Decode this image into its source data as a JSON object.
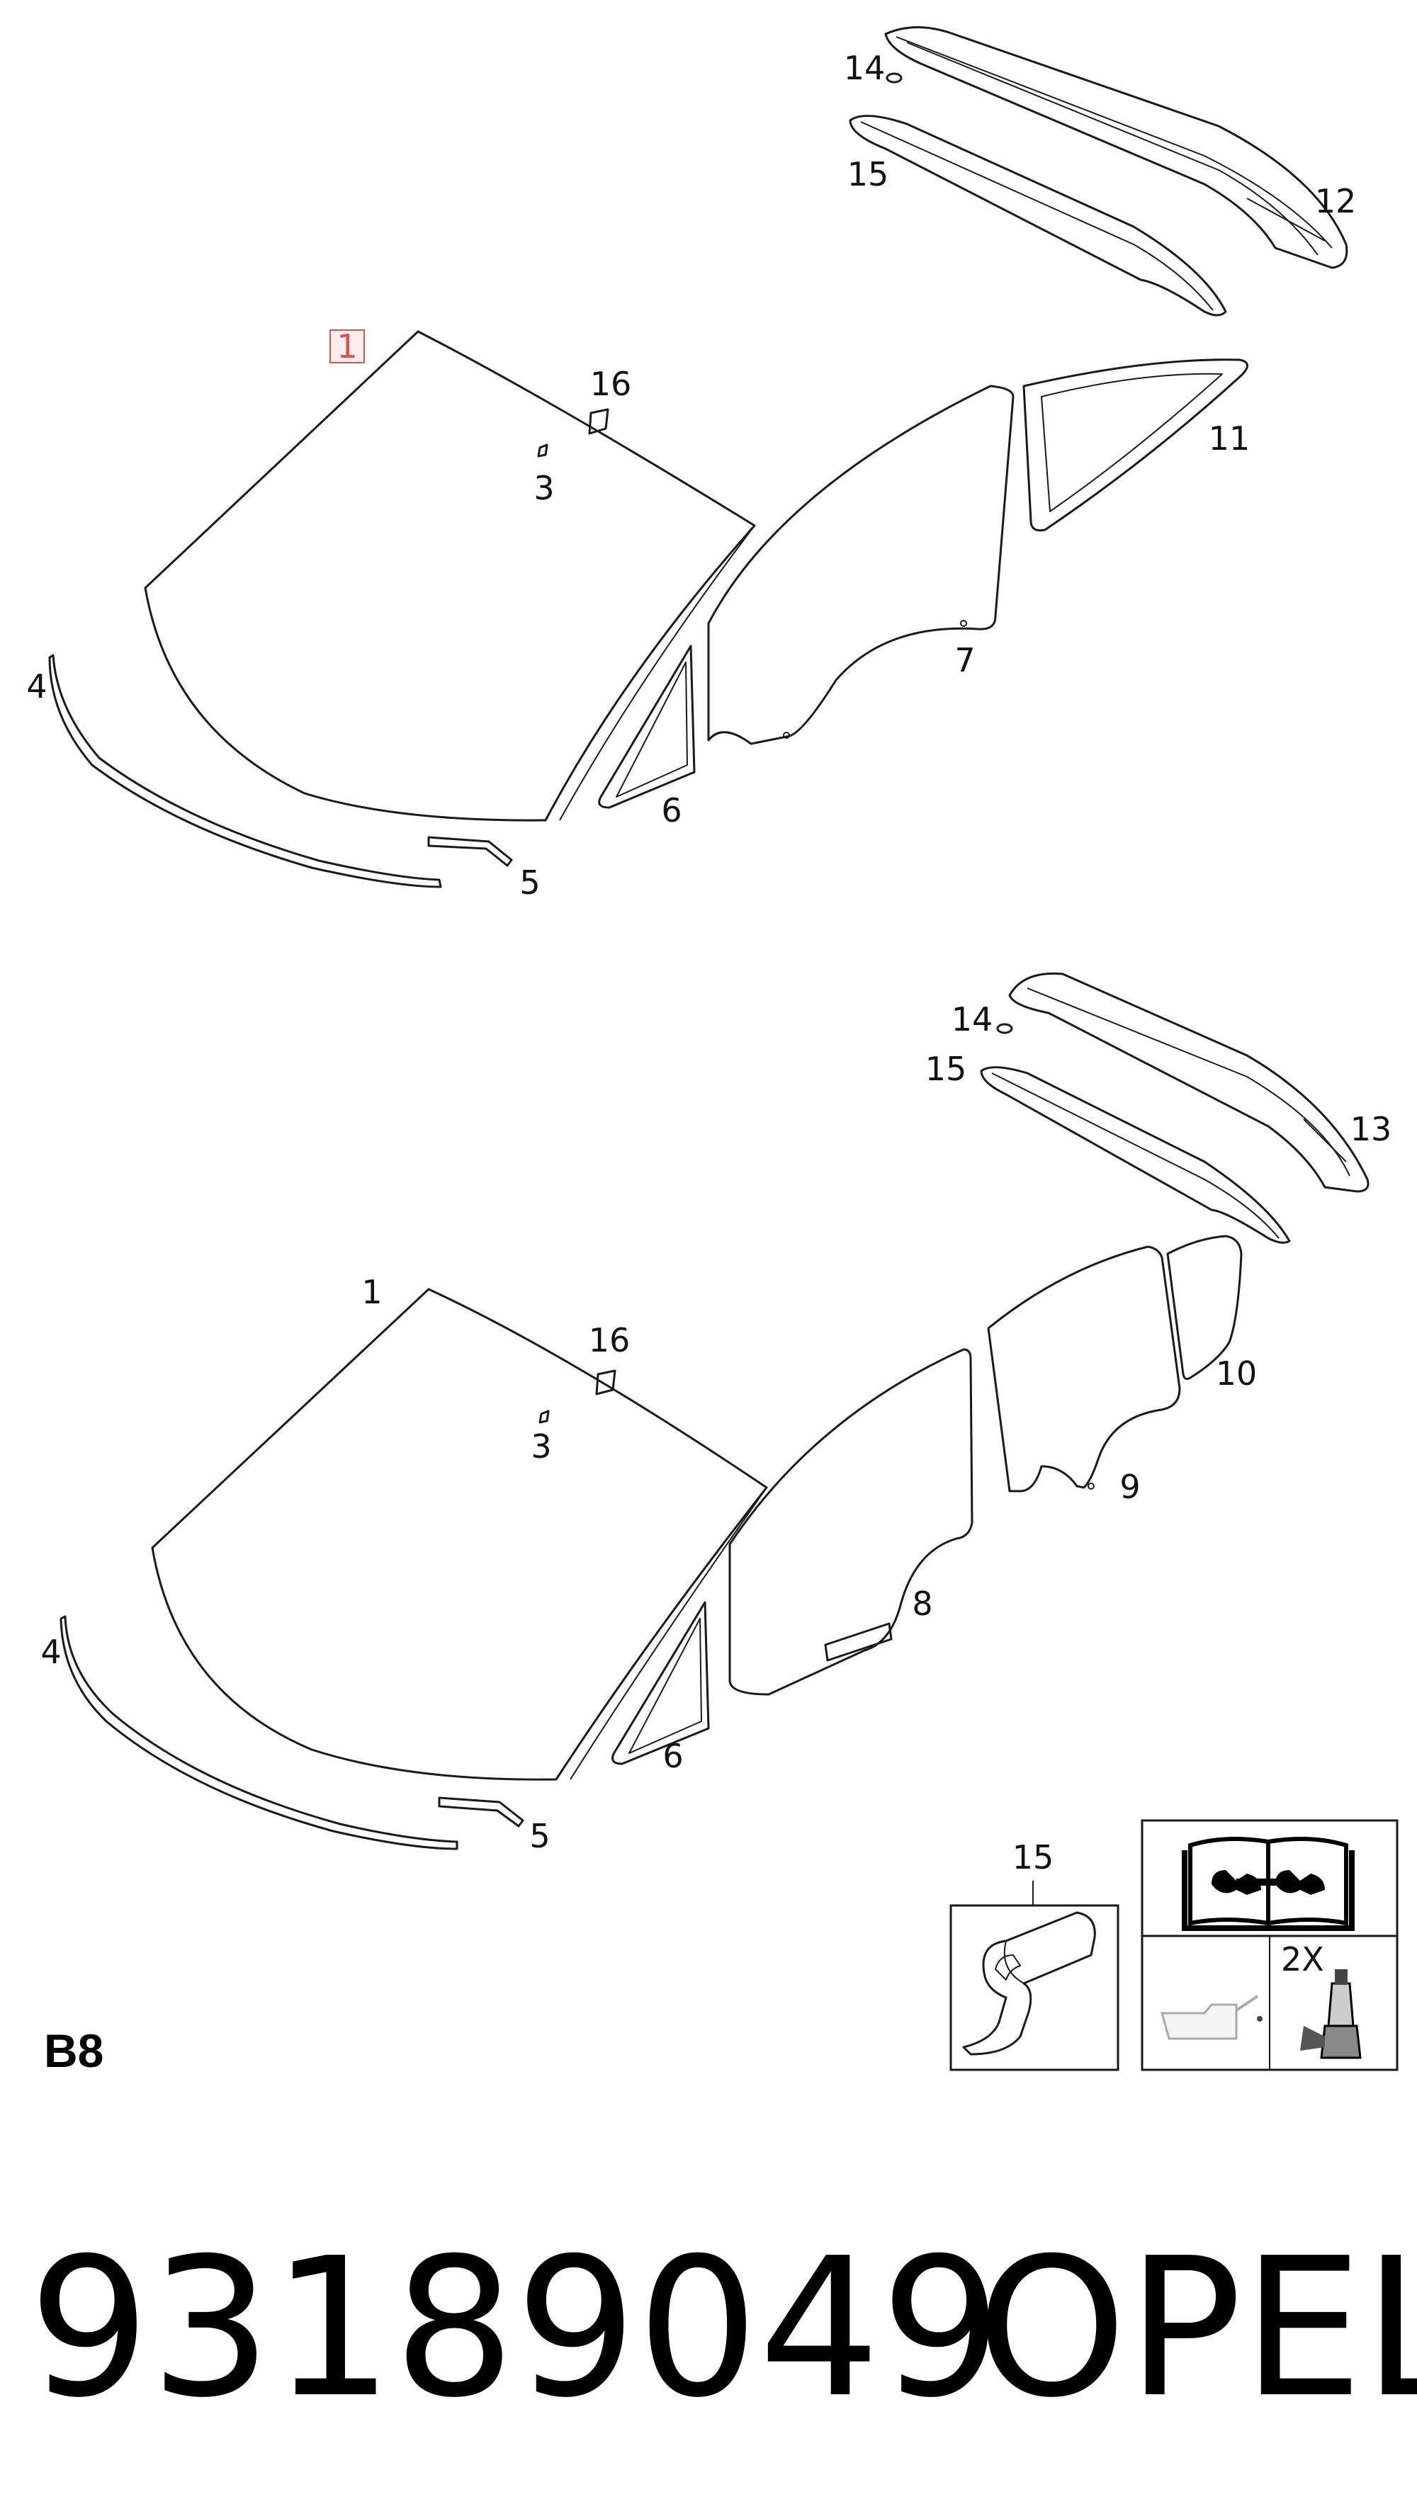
{
  "diagram": {
    "section_code": "B8",
    "part_number": "93189049",
    "brand": "OPEL",
    "upper_view": {
      "callouts": [
        "1",
        "3",
        "4",
        "5",
        "6",
        "7",
        "11",
        "12",
        "14",
        "15",
        "16"
      ],
      "highlighted": "1"
    },
    "lower_view": {
      "callouts": [
        "1",
        "3",
        "4",
        "5",
        "6",
        "8",
        "9",
        "10",
        "13",
        "14",
        "15",
        "16"
      ]
    },
    "legend": {
      "profile_label": "15",
      "quantity_label": "2X"
    },
    "colors": {
      "line": "#1a1a1a",
      "highlight": "#d9534f",
      "highlight_fill": "#fdecec"
    }
  }
}
